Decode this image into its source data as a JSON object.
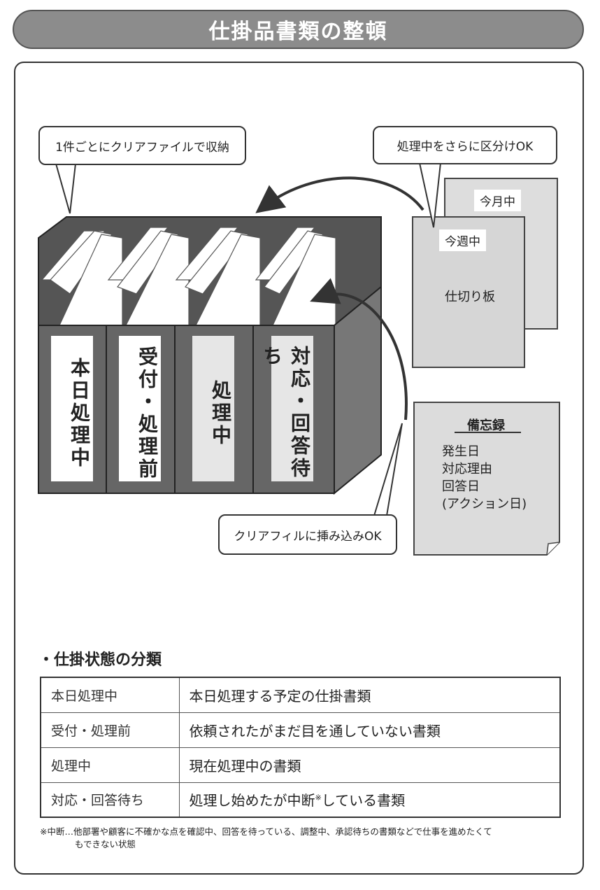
{
  "title": "仕掛品書類の整頓",
  "callouts": {
    "clear_file": "1件ごとにクリアファイルで収納",
    "divider": "処理中をさらに区分けOK",
    "insert": "クリアフィルに挿み込みOK"
  },
  "binders": [
    "本日処理中",
    "受付・処理前",
    "処理中",
    "対応・回答待ち"
  ],
  "dividers": {
    "month_tab": "今月中",
    "week_tab": "今週中",
    "label": "仕切り板"
  },
  "memo": {
    "title": "備忘録",
    "lines": [
      "発生日",
      "対応理由",
      "回答日",
      "(アクション日)"
    ]
  },
  "section_heading": "・仕掛状態の分類",
  "table": {
    "rows": [
      {
        "status": "本日処理中",
        "description": "本日処理する予定の仕掛書類"
      },
      {
        "status": "受付・処理前",
        "description": "依頼されたがまだ目を通していない書類"
      },
      {
        "status": "処理中",
        "description": "現在処理中の書類"
      },
      {
        "status": "対応・回答待ち",
        "description": "処理し始めたが中断",
        "description_mark": "※",
        "description_tail": "している書類"
      }
    ]
  },
  "footnote": {
    "line1": "※中断…他部署や顧客に不確かな点を確認中、回答を待っている、調整中、承認待ちの書類などで仕事を進めたくて",
    "line2": "もできない状態"
  }
}
